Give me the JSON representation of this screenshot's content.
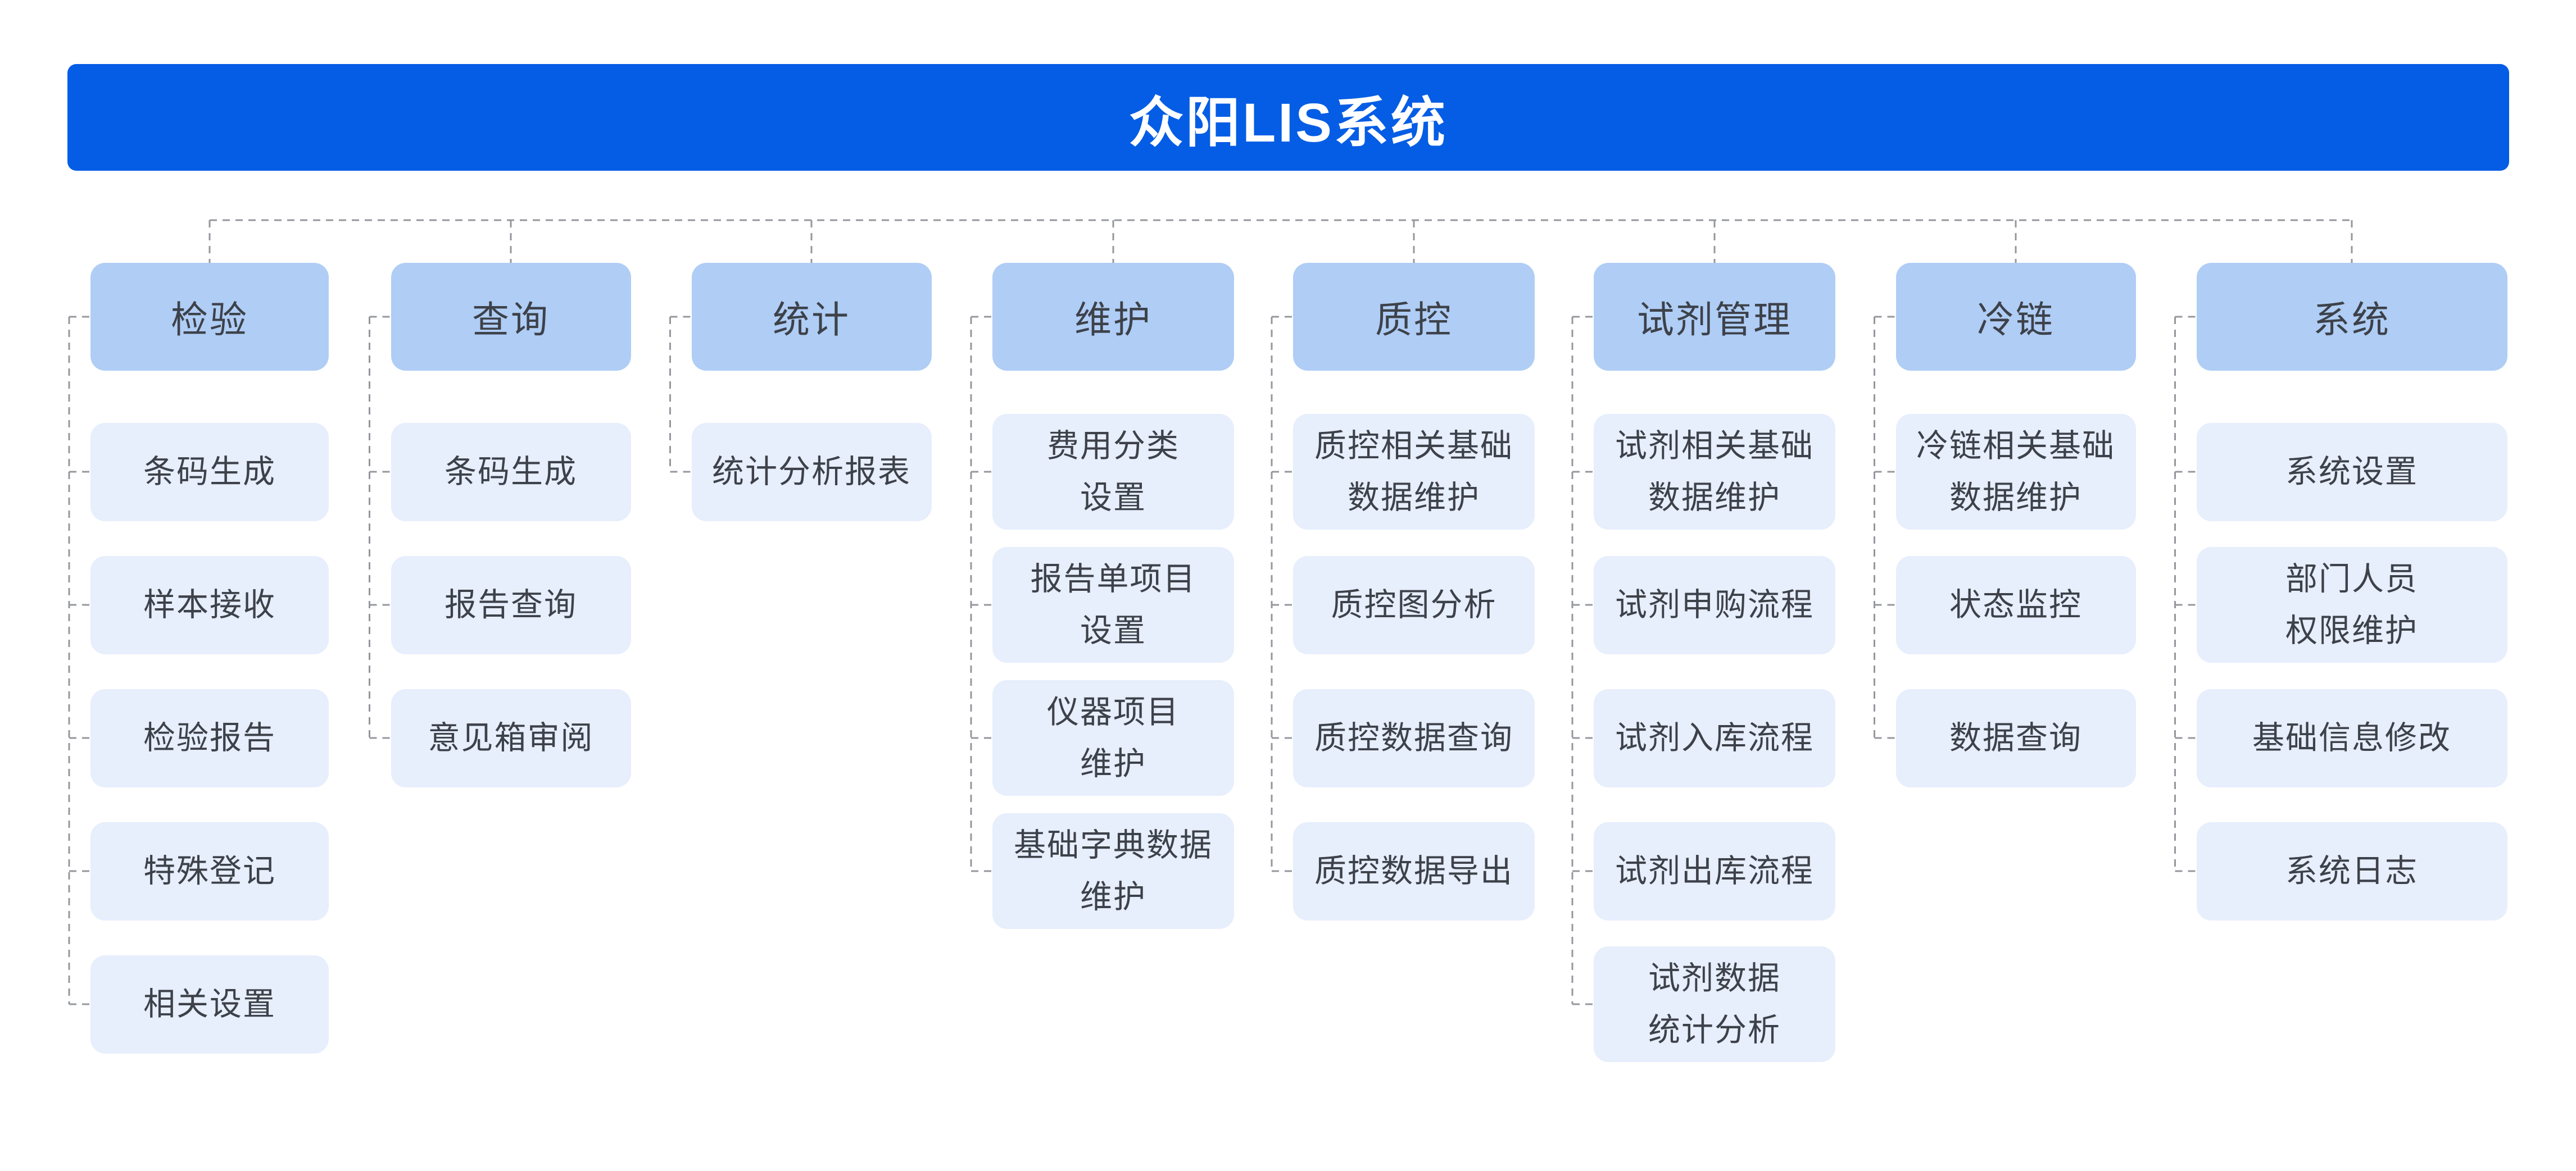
{
  "title": "众阳LIS系统",
  "colors": {
    "title_bg": "#045de4",
    "title_text": "#ffffff",
    "header_bg": "#afcdf5",
    "item_bg": "#e7eefc",
    "node_text": "#3d4149",
    "connector": "#94979c"
  },
  "columns": [
    {
      "slug": "inspection",
      "name": "检验",
      "items": [
        [
          "条码生成"
        ],
        [
          "样本接收"
        ],
        [
          "检验报告"
        ],
        [
          "特殊登记"
        ],
        [
          "相关设置"
        ]
      ]
    },
    {
      "slug": "query",
      "name": "查询",
      "items": [
        [
          "条码生成"
        ],
        [
          "报告查询"
        ],
        [
          "意见箱审阅"
        ]
      ]
    },
    {
      "slug": "statistics",
      "name": "统计",
      "items": [
        [
          "统计分析报表"
        ]
      ]
    },
    {
      "slug": "maintenance",
      "name": "维护",
      "items": [
        [
          "费用分类",
          "设置"
        ],
        [
          "报告单项目",
          "设置"
        ],
        [
          "仪器项目",
          "维护"
        ],
        [
          "基础字典数据",
          "维护"
        ]
      ]
    },
    {
      "slug": "qc",
      "name": "质控",
      "items": [
        [
          "质控相关基础",
          "数据维护"
        ],
        [
          "质控图分析"
        ],
        [
          "质控数据查询"
        ],
        [
          "质控数据导出"
        ]
      ]
    },
    {
      "slug": "reagent",
      "name": "试剂管理",
      "items": [
        [
          "试剂相关基础",
          "数据维护"
        ],
        [
          "试剂申购流程"
        ],
        [
          "试剂入库流程"
        ],
        [
          "试剂出库流程"
        ],
        [
          "试剂数据",
          "统计分析"
        ]
      ]
    },
    {
      "slug": "cold-chain",
      "name": "冷链",
      "items": [
        [
          "冷链相关基础",
          "数据维护"
        ],
        [
          "状态监控"
        ],
        [
          "数据查询"
        ]
      ]
    },
    {
      "slug": "system",
      "name": "系统",
      "items": [
        [
          "系统设置"
        ],
        [
          "部门人员",
          "权限维护"
        ],
        [
          "基础信息修改"
        ],
        [
          "系统日志"
        ]
      ]
    }
  ]
}
